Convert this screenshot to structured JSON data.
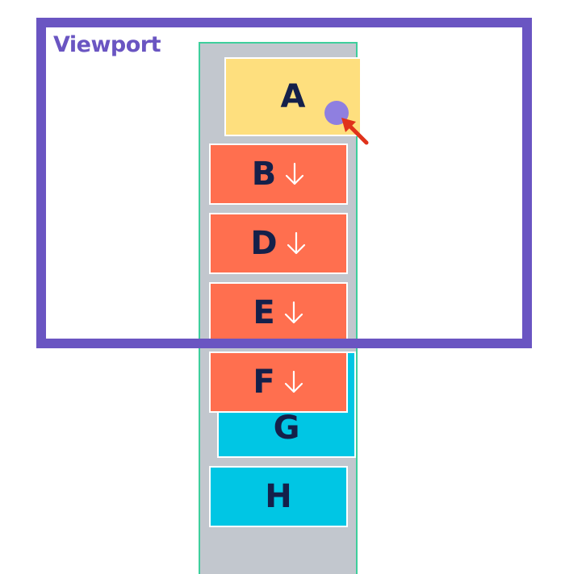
{
  "viewport": {
    "label": "Viewport",
    "color": "#6a55c2"
  },
  "column": {
    "background": "#c2c7ce",
    "border_color": "#3ecf9c"
  },
  "cards": {
    "a": {
      "label": "A",
      "color": "#fedf7e",
      "state": "dragged"
    },
    "b": {
      "label": "B",
      "color": "#ff6f4f",
      "arrow": "arrow-down-icon"
    },
    "d": {
      "label": "D",
      "color": "#ff6f4f",
      "arrow": "arrow-down-icon"
    },
    "e": {
      "label": "E",
      "color": "#ff6f4f",
      "arrow": "arrow-down-icon"
    },
    "f": {
      "label": "F",
      "color": "#ff6f4f",
      "arrow": "arrow-down-icon"
    },
    "g": {
      "label": "G",
      "color": "#00c6e4"
    },
    "h": {
      "label": "H",
      "color": "#00c6e4"
    }
  },
  "pointer": {
    "dot_color": "#8f7fe0",
    "arrow_color": "#e0321b"
  }
}
